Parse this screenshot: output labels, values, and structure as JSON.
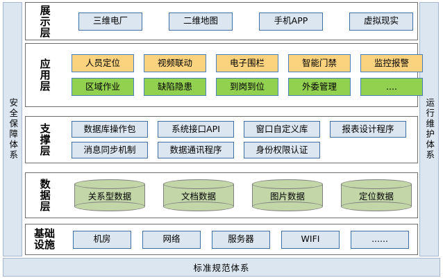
{
  "left_rail": {
    "label": "安全保障体系"
  },
  "right_rail": {
    "label": "运行维护体系"
  },
  "bottom_bar": {
    "label": "标准规范体系"
  },
  "colors": {
    "panel_fill": "#ffffff",
    "panel_border": "#6d6d6d",
    "rail_fill": "#dce6f1",
    "rail_border": "#a6b6cc",
    "blue_fill": "#dce6f1",
    "blue_border": "#3f6ea5",
    "amber_fill": "#fbd37f",
    "amber_border": "#4a7ebb",
    "green_fill": "#92d050",
    "green_border": "#4a7ebb",
    "cylinder_fill": "#c3d6a8",
    "cylinder_border": "#7f7f7f"
  },
  "layers": [
    {
      "id": "display",
      "title": "展示层",
      "title_style": "vertical",
      "rows": [
        {
          "style": "blue",
          "items": [
            "三维电厂",
            "二维地图",
            "手机APP",
            "虚拟现实"
          ]
        }
      ]
    },
    {
      "id": "app",
      "title": "应用层",
      "title_style": "vertical",
      "rows": [
        {
          "style": "amber",
          "items": [
            "人员定位",
            "视频联动",
            "电子围栏",
            "智能门禁",
            "监控报警"
          ]
        },
        {
          "style": "green",
          "items": [
            "区域作业",
            "缺陷隐患",
            "到岗到位",
            "外委管理",
            "...."
          ]
        }
      ]
    },
    {
      "id": "support",
      "title": "支撑层",
      "title_style": "vertical",
      "rows": [
        {
          "style": "blue",
          "items": [
            "数据库操作包",
            "系统接口API",
            "窗口自定义库",
            "报表设计程序"
          ]
        },
        {
          "style": "blue",
          "items": [
            "消息同步机制",
            "数据通讯程序",
            "身份权限认证"
          ]
        }
      ]
    },
    {
      "id": "data",
      "title": "数据层",
      "title_style": "vertical",
      "rows": [
        {
          "style": "cylinder",
          "items": [
            "关系型数据",
            "文档数据",
            "图片数据",
            "定位数据"
          ]
        }
      ]
    },
    {
      "id": "infra",
      "title": "基础设施",
      "title_style": "two-line",
      "rows": [
        {
          "style": "blue",
          "items": [
            "机房",
            "网络",
            "服务器",
            "WIFI",
            "......"
          ]
        }
      ]
    }
  ]
}
